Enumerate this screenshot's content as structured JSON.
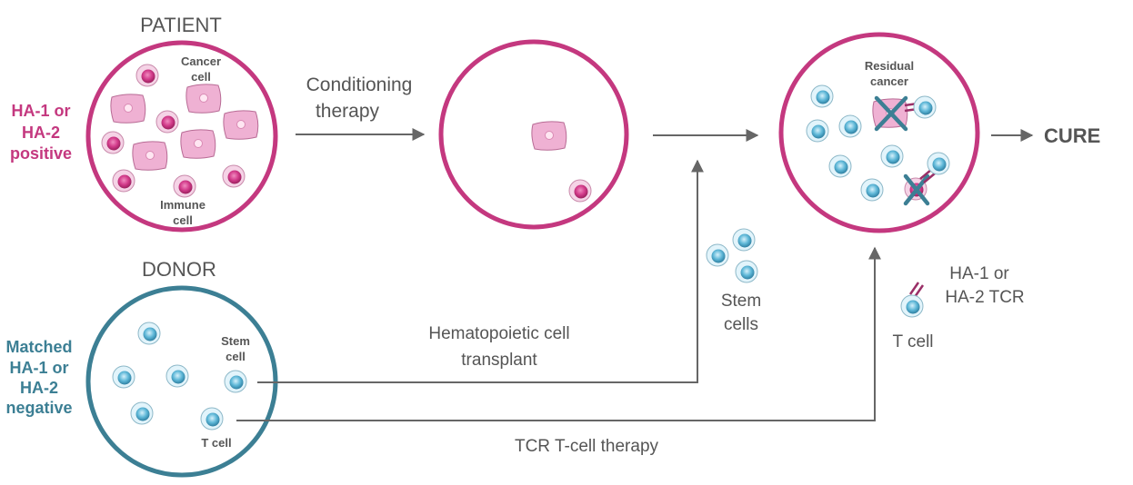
{
  "patient": {
    "title": "PATIENT",
    "status_line1": "HA-1 or",
    "status_line2": "HA-2",
    "status_line3": "positive",
    "cancer_label_line1": "Cancer",
    "cancer_label_line2": "cell",
    "immune_label_line1": "Immune",
    "immune_label_line2": "cell"
  },
  "donor": {
    "title": "DONOR",
    "status_line1": "Matched",
    "status_line2": "HA-1 or",
    "status_line3": "HA-2",
    "status_line4": "negative",
    "stem_label_line1": "Stem",
    "stem_label_line2": "cell",
    "tcell_label": "T cell"
  },
  "steps": {
    "conditioning_line1": "Conditioning",
    "conditioning_line2": "therapy",
    "transplant_line1": "Hematopoietic cell",
    "transplant_line2": "transplant",
    "tcr_therapy": "TCR T-cell therapy"
  },
  "labels": {
    "stem_cells_line1": "Stem",
    "stem_cells_line2": "cells",
    "receptor_line1": "HA-1 or",
    "receptor_line2": "HA-2 TCR",
    "tcell": "T cell",
    "residual_line1": "Residual",
    "residual_line2": "cancer"
  },
  "outcome": {
    "cure": "CURE"
  },
  "colors": {
    "magenta": "#c4387f",
    "teal": "#3c7f94",
    "arrow": "#666666"
  }
}
